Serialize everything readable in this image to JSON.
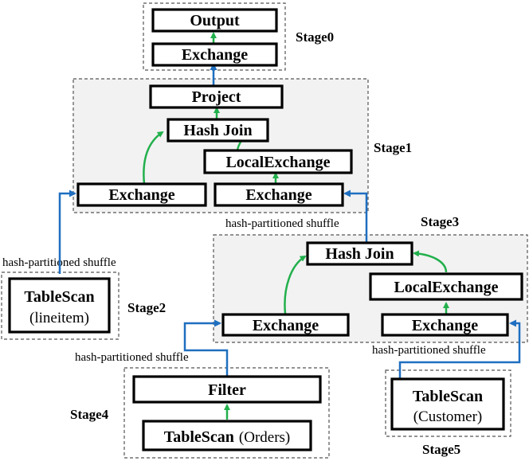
{
  "stages": {
    "stage0": "Stage0",
    "stage1": "Stage1",
    "stage2": "Stage2",
    "stage3": "Stage3",
    "stage4": "Stage4",
    "stage5": "Stage5"
  },
  "operators": {
    "output": "Output",
    "exchange0": "Exchange",
    "project": "Project",
    "hashjoin1": "Hash Join",
    "localexchange1": "LocalExchange",
    "exchange1_left": "Exchange",
    "exchange1_right": "Exchange",
    "tablescan_lineitem": "TableScan",
    "tablescan_lineitem_arg": "(lineitem)",
    "hashjoin3": "Hash Join",
    "localexchange3": "LocalExchange",
    "exchange3_left": "Exchange",
    "exchange3_right": "Exchange",
    "filter": "Filter",
    "tablescan_orders": "TableScan",
    "tablescan_orders_arg": "(Orders)",
    "tablescan_customer": "TableScan",
    "tablescan_customer_arg": "(Customer)"
  },
  "notes": {
    "shuffle_stage3_to_stage1": "hash-partitioned shuffle",
    "shuffle_stage2_to_stage1": "hash-partitioned shuffle",
    "shuffle_stage4_to_stage3": "hash-partitioned shuffle",
    "shuffle_stage5_to_stage3": "hash-partitioned shuffle"
  },
  "colors": {
    "intra_stage_edge": "#22b04c",
    "shuffle_edge": "#1f6fc0",
    "stage_fill": "#f2f2f2"
  }
}
